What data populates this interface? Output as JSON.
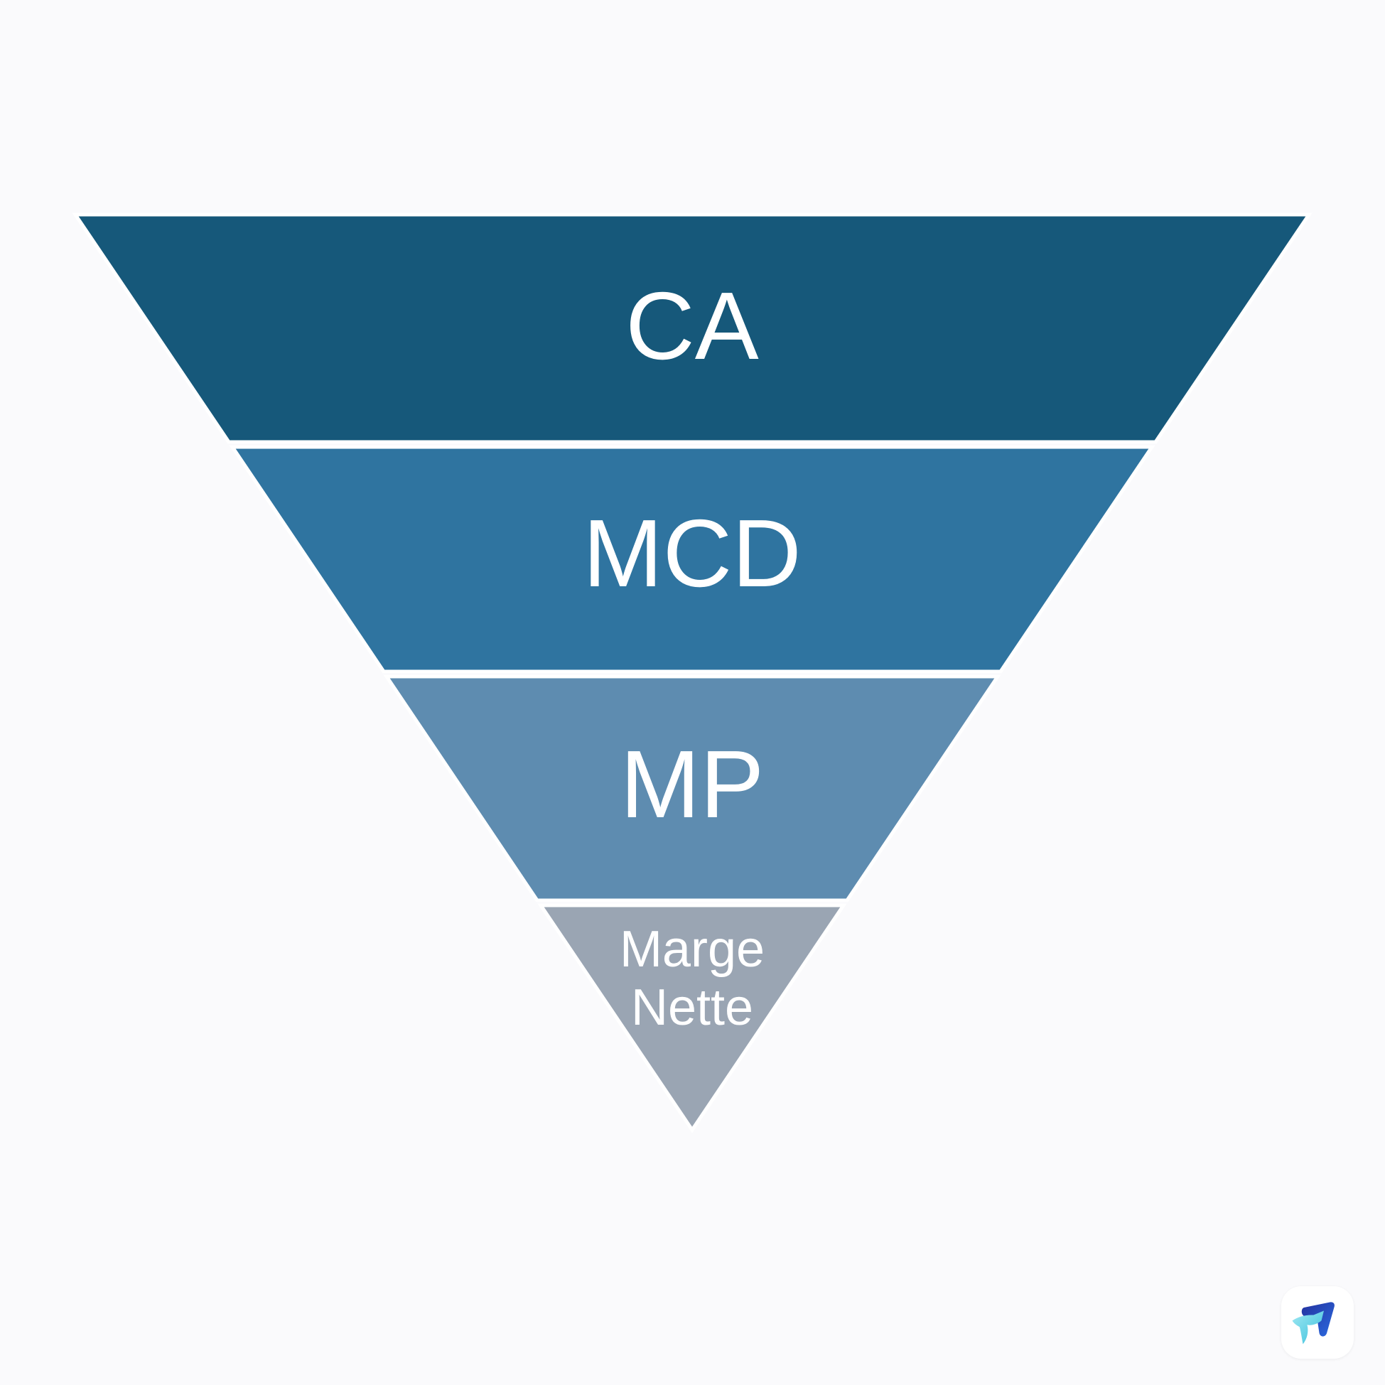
{
  "background_color": "#FAFAFC",
  "funnel": {
    "label_color": "#FFFFFF",
    "divider_color": "#FFFFFF",
    "levels": [
      {
        "id": "ca",
        "label": "CA",
        "color": "#16587A"
      },
      {
        "id": "mcd",
        "label": "MCD",
        "color": "#2F74A0"
      },
      {
        "id": "mp",
        "label": "MP",
        "color": "#5E8CB0"
      },
      {
        "id": "marge-nette",
        "label": "Marge Nette",
        "line1": "Marge",
        "line2": "Nette",
        "color": "#9AA5B3"
      }
    ]
  },
  "logo": {
    "icon": "arrow-up-right-icon",
    "tile_color": "#FFFFFF",
    "dark_color_start": "#24319E",
    "dark_color_end": "#2B6BE0",
    "light_color_start": "#9FE8F2",
    "light_color_end": "#38BFDC"
  }
}
